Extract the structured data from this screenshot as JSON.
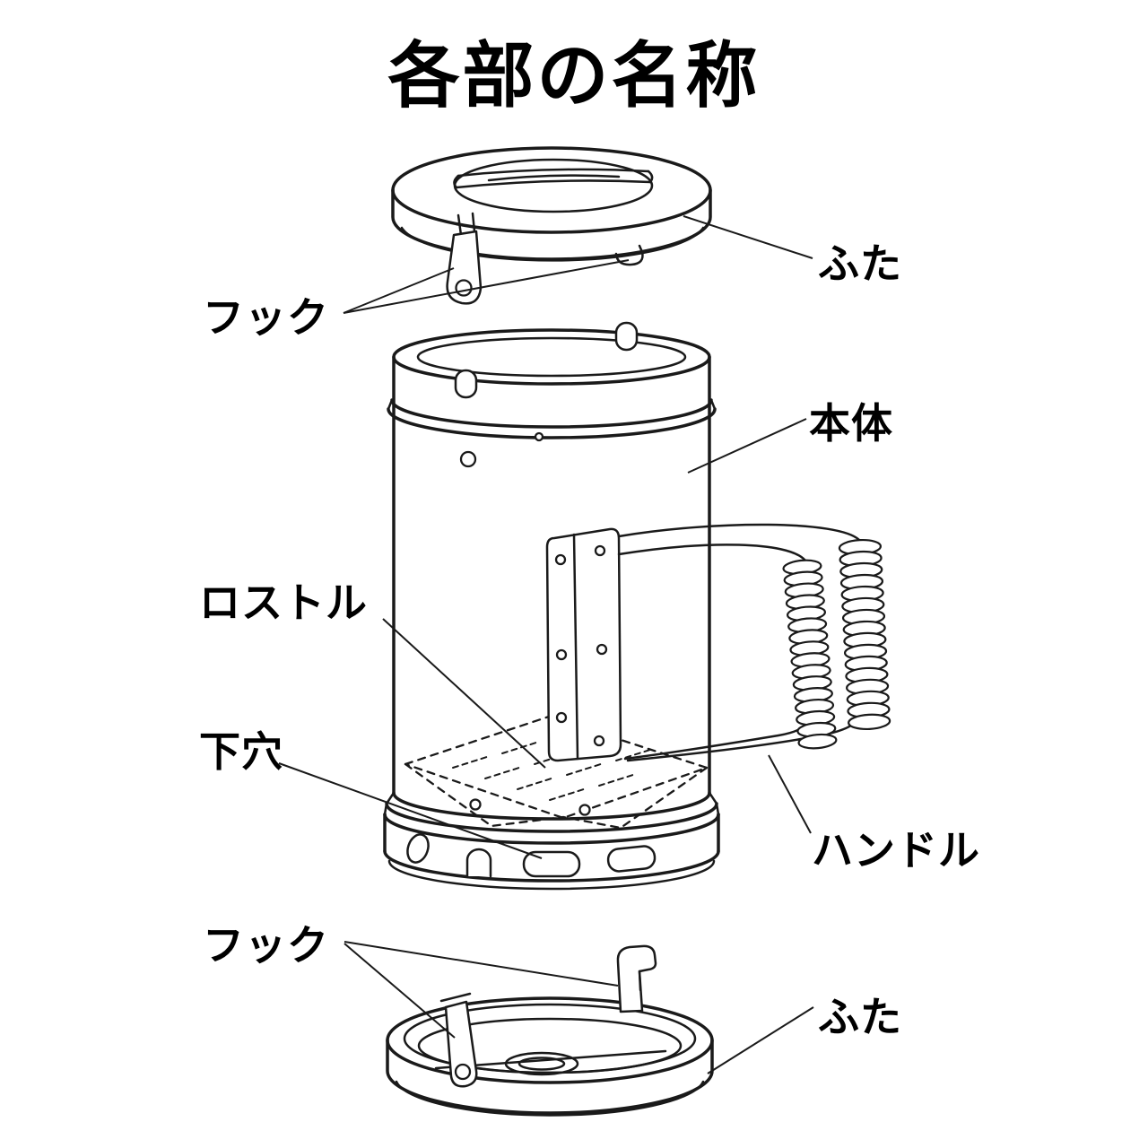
{
  "title": "各部の名称",
  "labels": {
    "lid_top": "ふた",
    "hook_top": "フック",
    "body": "本体",
    "rostle": "ロストル",
    "pilot_hole": "下穴",
    "handle": "ハンドル",
    "hook_bottom": "フック",
    "lid_bottom": "ふた"
  },
  "colors": {
    "line": "#1a1a1a",
    "background": "#ffffff",
    "text": "#000000"
  }
}
